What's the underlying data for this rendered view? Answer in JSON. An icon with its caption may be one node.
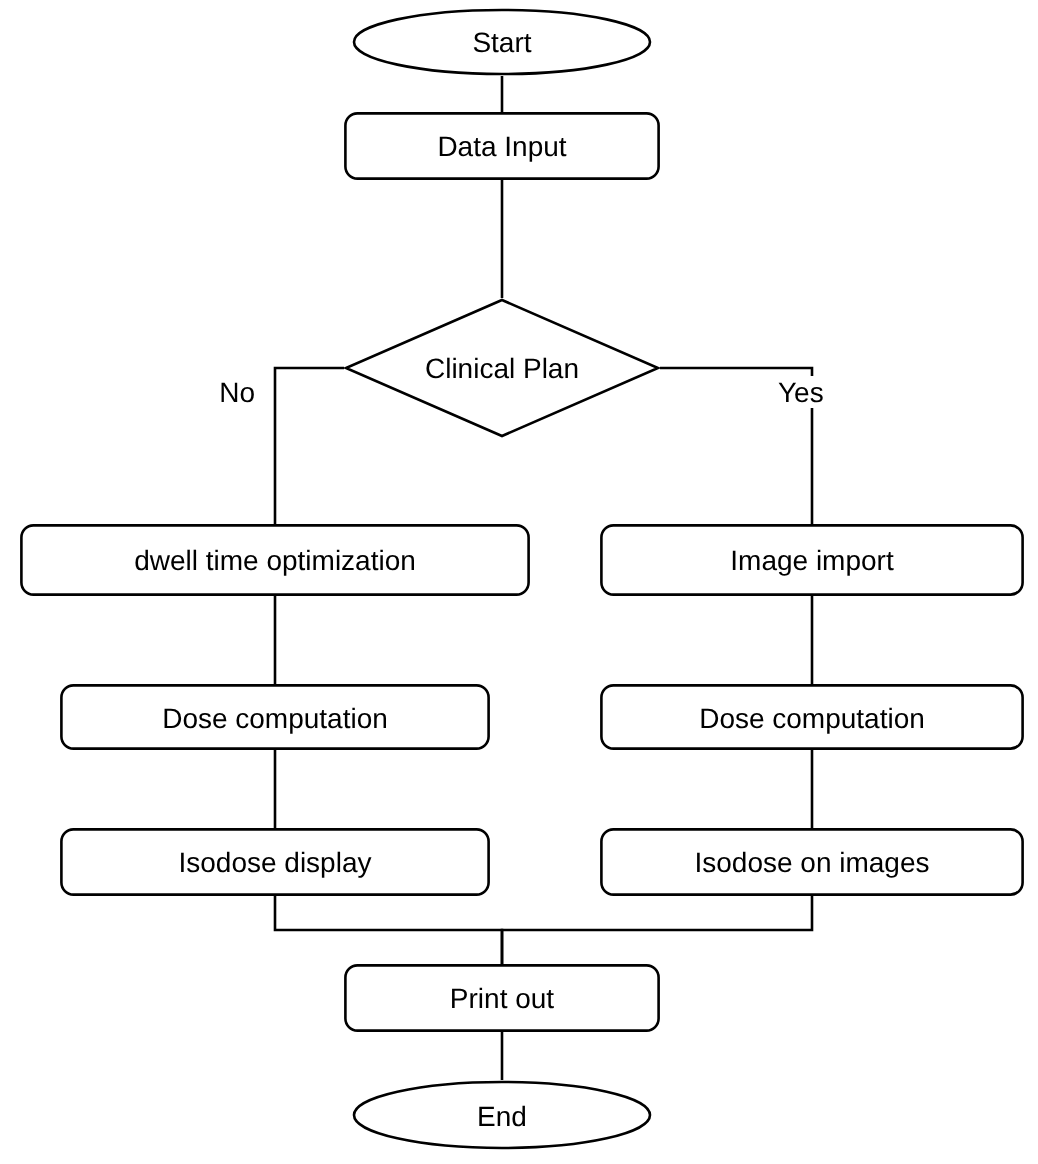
{
  "diagram": {
    "nodes": [
      {
        "text": [
          "Start"
        ]
      },
      {
        "text": [
          "Data Input"
        ]
      },
      {
        "text": [
          "Clinical Plan"
        ]
      },
      {
        "text": [
          "dwell time optimization"
        ]
      },
      {
        "text": [
          "Dose computation"
        ]
      },
      {
        "text": [
          "Isodose display"
        ]
      },
      {
        "text": [
          "Image import"
        ]
      },
      {
        "text": [
          "Dose computation"
        ]
      },
      {
        "text": [
          "Isodose on images"
        ]
      },
      {
        "text": [
          "Print out"
        ]
      },
      {
        "text": [
          "End"
        ]
      }
    ],
    "edges": [
      {
        "from": 0,
        "to": 1,
        "arrow": "none"
      },
      {
        "from": 1,
        "to": 2,
        "arrow": "none"
      },
      {
        "from": 2,
        "to": 3,
        "arrow": "none",
        "label": "No"
      },
      {
        "from": 3,
        "to": 4,
        "arrow": "none"
      },
      {
        "from": 4,
        "to": 5,
        "arrow": "none"
      },
      {
        "from": 2,
        "to": 6,
        "arrow": "none",
        "label": "Yes"
      },
      {
        "from": 6,
        "to": 7,
        "arrow": "none"
      },
      {
        "from": 7,
        "to": 8,
        "arrow": "none"
      },
      {
        "from": 5,
        "to": 9,
        "arrow": "none"
      },
      {
        "from": 8,
        "to": 9,
        "arrow": "none"
      },
      {
        "from": 9,
        "to": 10,
        "arrow": "none"
      }
    ]
  }
}
